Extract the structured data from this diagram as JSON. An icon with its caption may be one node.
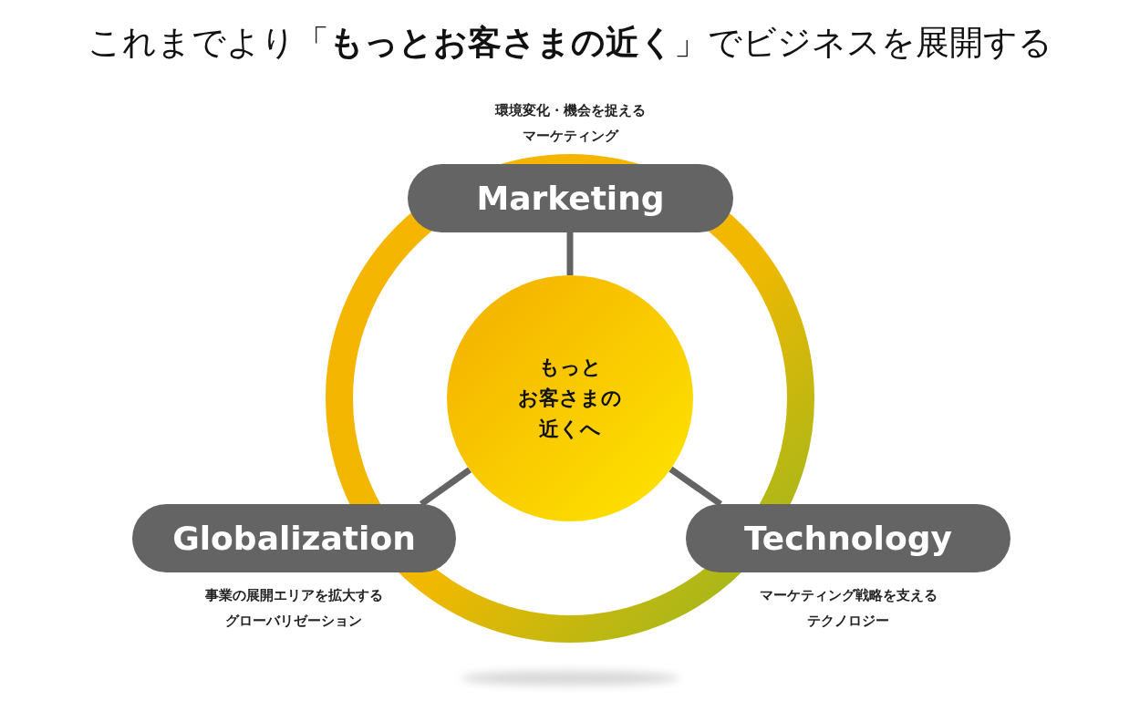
{
  "diagram": {
    "title": "これまでより「**もっとお客さまの近く**」でビジネスを展開する",
    "nodes": [
      {
        "text": [
          "もっとお客さまの近くへ"
        ]
      },
      {
        "text": [
          "Marketing"
        ],
        "beside": [
          "環境変化・機会を捉えるマーケティング"
        ]
      },
      {
        "text": [
          "Globalization"
        ],
        "beside": [
          "事業の展開エリアを拡大するグローバリゼーション"
        ]
      },
      {
        "text": [
          "Technology"
        ],
        "beside": [
          "マーケティング戦略を支えるテクノロジー"
        ]
      }
    ],
    "edges": [
      {
        "from": 0,
        "to": 1,
        "arrow": "none"
      },
      {
        "from": 0,
        "to": 2,
        "arrow": "none"
      },
      {
        "from": 0,
        "to": 3,
        "arrow": "none"
      }
    ]
  }
}
